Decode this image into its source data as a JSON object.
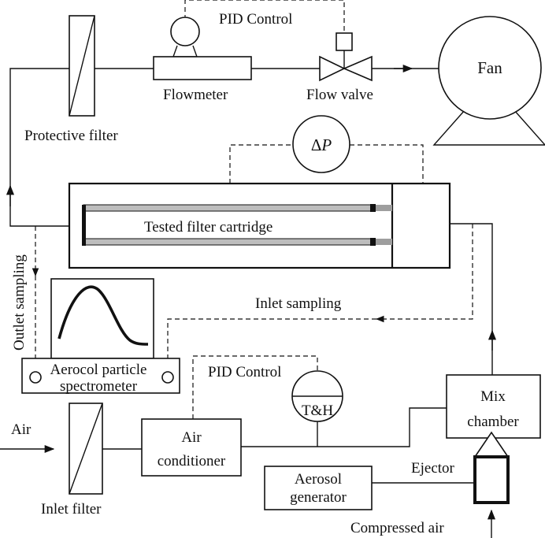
{
  "labels": {
    "pid_top": "PID Control",
    "fan": "Fan",
    "flowmeter": "Flowmeter",
    "flow_valve": "Flow valve",
    "protective_filter": "Protective filter",
    "delta_p_symbol": "Δ",
    "delta_p_var": "P",
    "tested_filter": "Tested filter cartridge",
    "outlet_sampling": "Outlet sampling",
    "inlet_sampling": "Inlet sampling",
    "spectrometer_line1": "Aerocol particle",
    "spectrometer_line2": "spectrometer",
    "pid_mid": "PID Control",
    "th": "T&H",
    "mix_line1": "Mix",
    "mix_line2": "chamber",
    "air": "Air",
    "air_cond_line1": "Air",
    "air_cond_line2": "conditioner",
    "aerosol_line1": "Aerosol",
    "aerosol_line2": "generator",
    "ejector": "Ejector",
    "inlet_filter": "Inlet filter",
    "compressed_air": "Compressed air"
  },
  "colors": {
    "stroke": "#111111",
    "cartridge_tube": "#bdbdbd",
    "background": "#ffffff"
  }
}
